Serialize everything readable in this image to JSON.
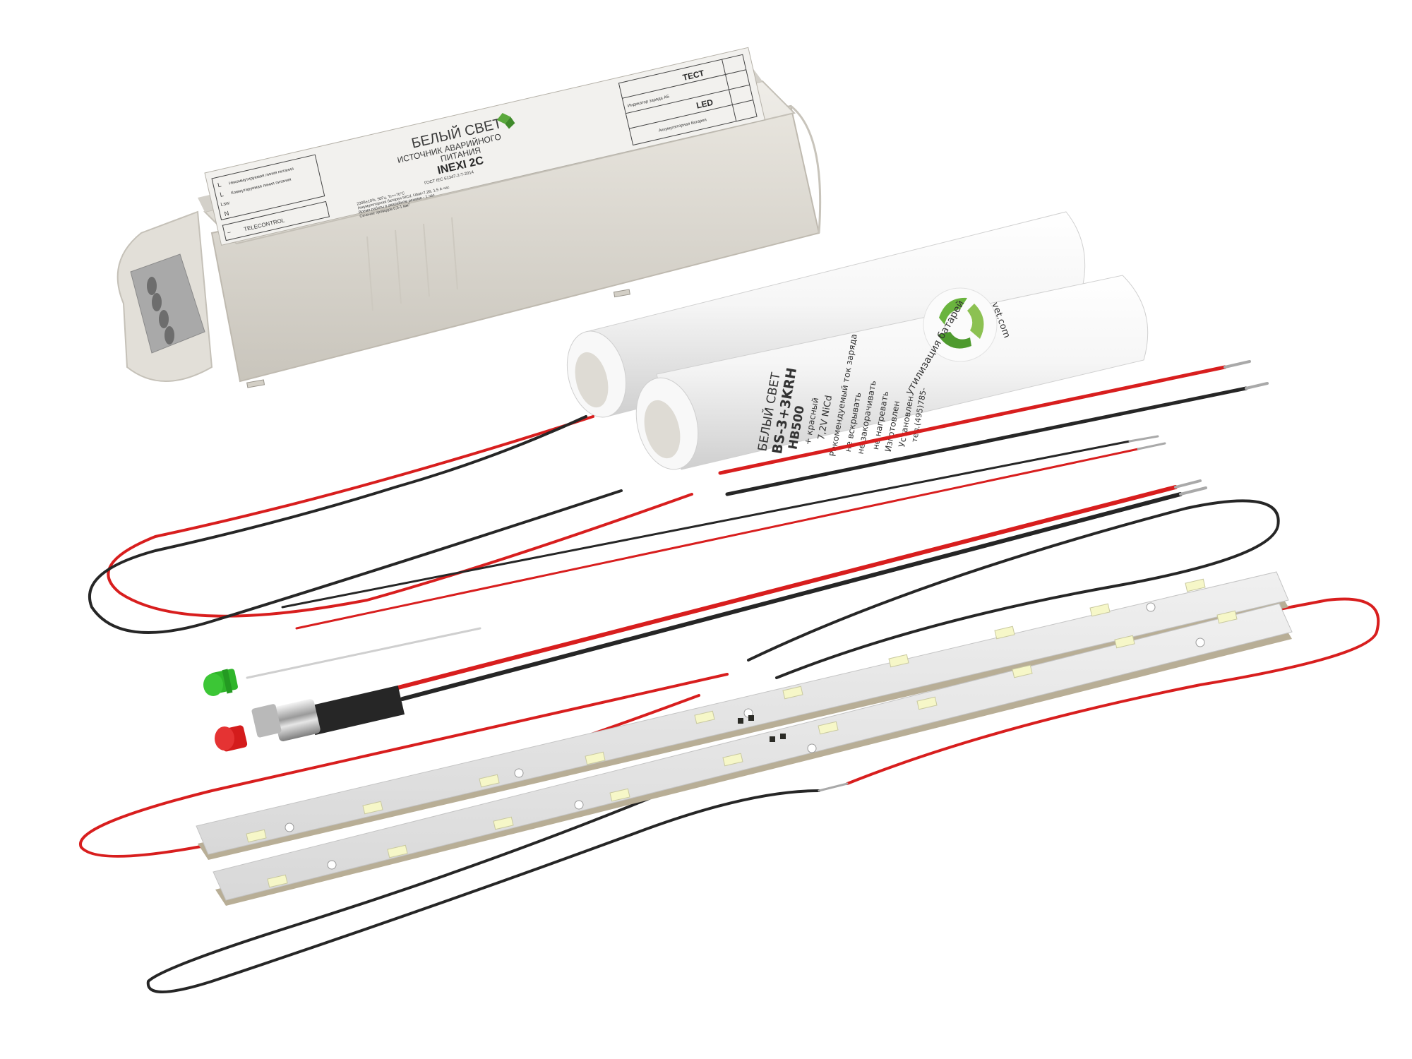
{
  "scene": {
    "description": "Emergency lighting conversion kit product render",
    "background_color": "#ffffff"
  },
  "driver": {
    "brand": "БЕЛЫЙ СВЕТ",
    "product_type_line1": "ИСТОЧНИК АВАРИЙНОГО",
    "product_type_line2": "ПИТАНИЯ",
    "model": "INEXI 2C",
    "standard": "ГОСТ IEC 61347-2-7-2014",
    "spec_line1": "230В±10%, 50Гц, Tc=+70°C",
    "spec_line2": "Аккумуляторная батарея NiCd, Ubat=7,2В, 1,5 А·час",
    "spec_line3": "Время работы в аварийном режиме - 1 час",
    "spec_line4": "Сечение проводов 0,5-1 мм²",
    "terminals_left": [
      {
        "pin": "L",
        "desc": "Некоммутируемая линия питания"
      },
      {
        "pin": "L",
        "desc": "Коммутируемая линия питания"
      },
      {
        "pin": "Lsw",
        "desc": ""
      },
      {
        "pin": "N",
        "desc": ""
      }
    ],
    "telecontrol": {
      "minus": "−",
      "plus": "+",
      "label": "TELECONTROL"
    },
    "terminals_right": [
      {
        "label": "ТЕСТ"
      },
      {
        "label": "Индикатор заряда АБ"
      },
      {
        "label": "LED"
      },
      {
        "label": "Аккумуляторная батарея"
      }
    ],
    "body_color": "#e4e1da",
    "label_color": "#eeeeec",
    "logo_color": "#5aa83c"
  },
  "battery": {
    "brand": "БЕЛЫЙ СВЕТ",
    "model": "BS-3+3KRH",
    "code": "HB500",
    "polarity_note": "+ красный",
    "voltage": "7,2V NiCd",
    "charge_note": "Рекомендуемый ток заряда",
    "warning_1": "не вскрывать",
    "warning_2": "не закорачивать",
    "warning_3": "не нагревать",
    "manufacturer": "Изготовлен",
    "installed": "Установлен",
    "phone": "тел.(495)785-",
    "recycle_text": "утилизация батарей",
    "website_fragment": "vet.com",
    "body_color": "#f4f4f4",
    "logo_colors": [
      "#6ab43e",
      "#9ccc5c"
    ]
  },
  "wires": {
    "red": "#d81e1e",
    "black": "#262626",
    "tip": "#a9a9a9"
  },
  "indicators": {
    "led_color": "#2fb52a",
    "button_color": "#d41c1c",
    "button_body": "#c8c8c8"
  },
  "led_strips": {
    "count": 2,
    "pcb_color": "#e6e6e6",
    "pcb_edge": "#b8ae96",
    "led_color": "#f6f7c8",
    "pad_color": "#2b2b26"
  }
}
